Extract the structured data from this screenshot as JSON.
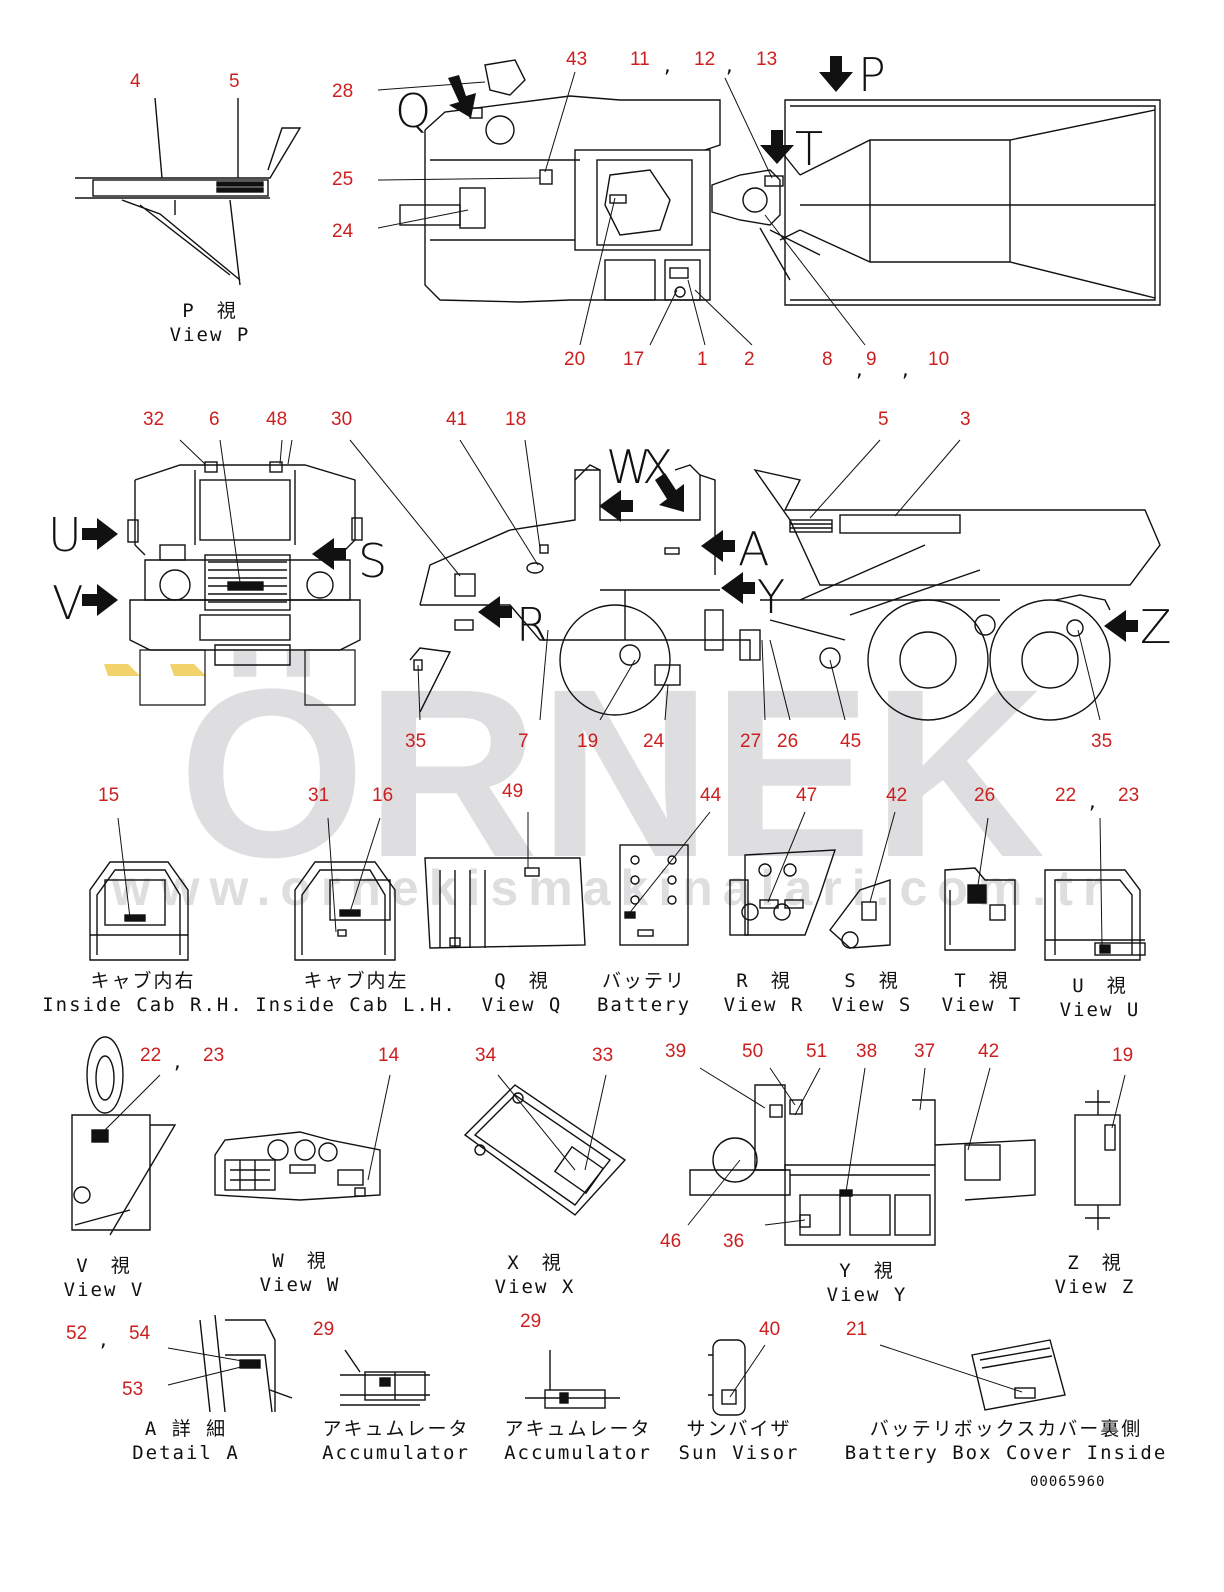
{
  "watermark": {
    "brand": "ÖRNEK",
    "url": "www.ornekismakinalari.com.tr",
    "color_gray": "#d9d9db",
    "color_accent": "#f2d36b"
  },
  "colors": {
    "callout": "#cc1f1f",
    "line": "#111111"
  },
  "view_letters": {
    "P": "P",
    "Q": "Q",
    "T": "T",
    "U": "U",
    "V": "V",
    "S": "S",
    "R": "R",
    "W": "W",
    "X": "X",
    "A": "A",
    "Y": "Y",
    "Z": "Z"
  },
  "captions": {
    "view_p": {
      "jp": "P　視",
      "en": "View P"
    },
    "inside_cab_rh": {
      "jp": "キャブ内右",
      "en": "Inside Cab R.H."
    },
    "inside_cab_lh": {
      "jp": "キャブ内左",
      "en": "Inside Cab L.H."
    },
    "view_q": {
      "jp": "Q　視",
      "en": "View Q"
    },
    "battery": {
      "jp": "バッテリ",
      "en": "Battery"
    },
    "view_r": {
      "jp": "R　視",
      "en": "View R"
    },
    "view_s": {
      "jp": "S　視",
      "en": "View S"
    },
    "view_t": {
      "jp": "T　視",
      "en": "View T"
    },
    "view_u": {
      "jp": "U　視",
      "en": "View U"
    },
    "view_v": {
      "jp": "V　視",
      "en": "View V"
    },
    "view_w": {
      "jp": "W　視",
      "en": "View W"
    },
    "view_x": {
      "jp": "X　視",
      "en": "View X"
    },
    "view_y": {
      "jp": "Y　視",
      "en": "View Y"
    },
    "view_z": {
      "jp": "Z　視",
      "en": "View Z"
    },
    "detail_a": {
      "jp": "A 詳 細",
      "en": "Detail A"
    },
    "accumulator_1": {
      "jp": "アキュムレータ",
      "en": "Accumulator"
    },
    "accumulator_2": {
      "jp": "アキュムレータ",
      "en": "Accumulator"
    },
    "sun_visor": {
      "jp": "サンバイザ",
      "en": "Sun Visor"
    },
    "battery_box_cover": {
      "jp": "バッテリボックスカバー裏側",
      "en": "Battery Box Cover Inside"
    }
  },
  "callouts": {
    "top": [
      "4",
      "5",
      "28",
      "43",
      "11",
      "12",
      "13",
      "25",
      "24",
      "20",
      "17",
      "1",
      "2",
      "8",
      "9",
      "10"
    ],
    "middle": [
      "32",
      "6",
      "48",
      "30",
      "41",
      "18",
      "5",
      "3",
      "35",
      "7",
      "19",
      "24",
      "27",
      "26",
      "45",
      "35"
    ],
    "row3": [
      "15",
      "31",
      "16",
      "49",
      "44",
      "47",
      "42",
      "26",
      "22",
      "23"
    ],
    "row4": [
      "22",
      "23",
      "14",
      "34",
      "33",
      "39",
      "50",
      "51",
      "38",
      "37",
      "42",
      "19",
      "46",
      "36"
    ],
    "row5": [
      "52",
      "54",
      "53",
      "29",
      "29",
      "40",
      "21"
    ]
  },
  "doc_number": "00065960"
}
